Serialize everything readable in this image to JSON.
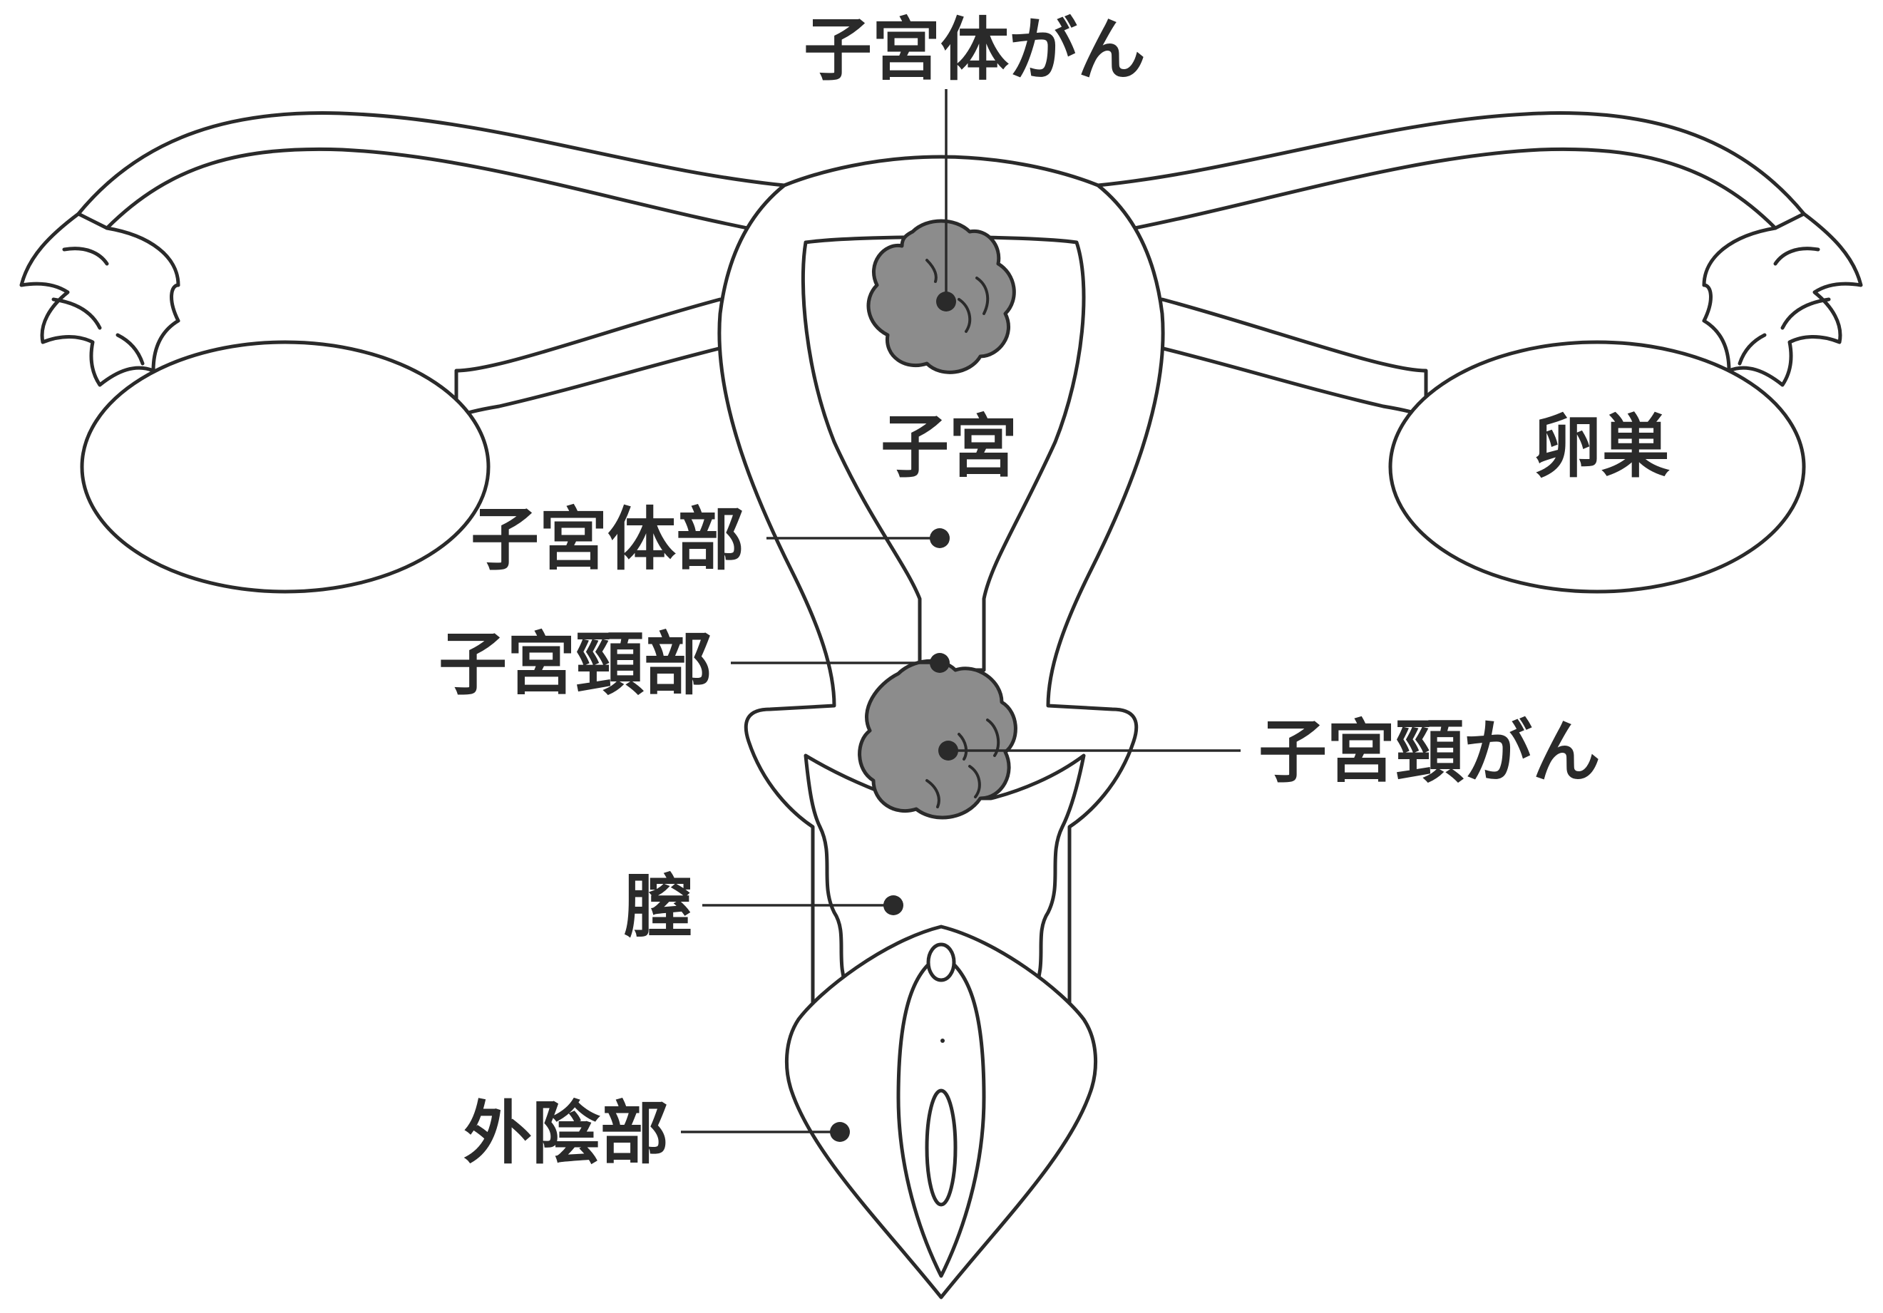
{
  "labels": {
    "endometrial_cancer": "子宮体がん",
    "uterus": "子宮",
    "ovary": "卵巣",
    "uterine_body": "子宮体部",
    "cervix": "子宮頸部",
    "cervical_cancer": "子宮頸がん",
    "vagina": "膣",
    "vulva": "外陰部"
  },
  "colors": {
    "line": "#2a2a2a",
    "tumor": "#8c8c8c",
    "background": "#ffffff"
  }
}
